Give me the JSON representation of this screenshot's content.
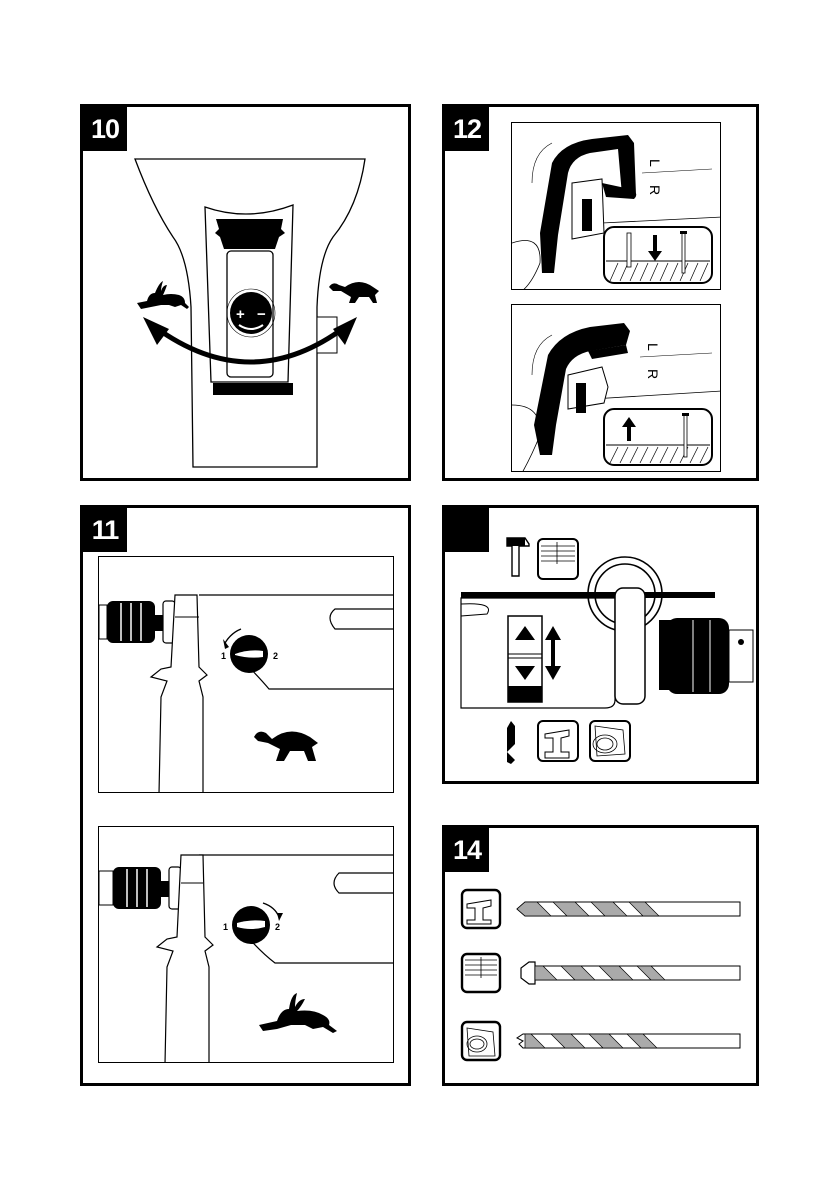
{
  "page": {
    "figures": [
      {
        "id": "fig-10",
        "label": "10",
        "caption_icons": [
          "hare-icon",
          "tortoise-icon"
        ],
        "dial_symbols": {
          "plus": "+",
          "minus": "−"
        }
      },
      {
        "id": "fig-11",
        "label": "11",
        "subfigures": [
          {
            "dial_left": "1",
            "dial_right": "2",
            "speed_icon": "tortoise-icon"
          },
          {
            "dial_left": "1",
            "dial_right": "2",
            "speed_icon": "hare-icon"
          }
        ]
      },
      {
        "id": "fig-12",
        "label": "12",
        "subfigures": [
          {
            "switch_top": "L",
            "switch_bottom": "R",
            "direction": "down"
          },
          {
            "switch_top": "L",
            "switch_bottom": "R",
            "direction": "up"
          }
        ]
      },
      {
        "id": "fig-13",
        "label": "",
        "top_icons": [
          "hammer-icon",
          "masonry-icon"
        ],
        "bottom_icons": [
          "drill-bit-icon",
          "steel-beam-icon",
          "wood-icon"
        ]
      },
      {
        "id": "fig-14",
        "label": "14",
        "rows": [
          {
            "material": "steel-beam-icon",
            "bit": "metal-drill-bit"
          },
          {
            "material": "masonry-icon",
            "bit": "masonry-drill-bit"
          },
          {
            "material": "wood-icon",
            "bit": "wood-drill-bit"
          }
        ]
      }
    ]
  }
}
